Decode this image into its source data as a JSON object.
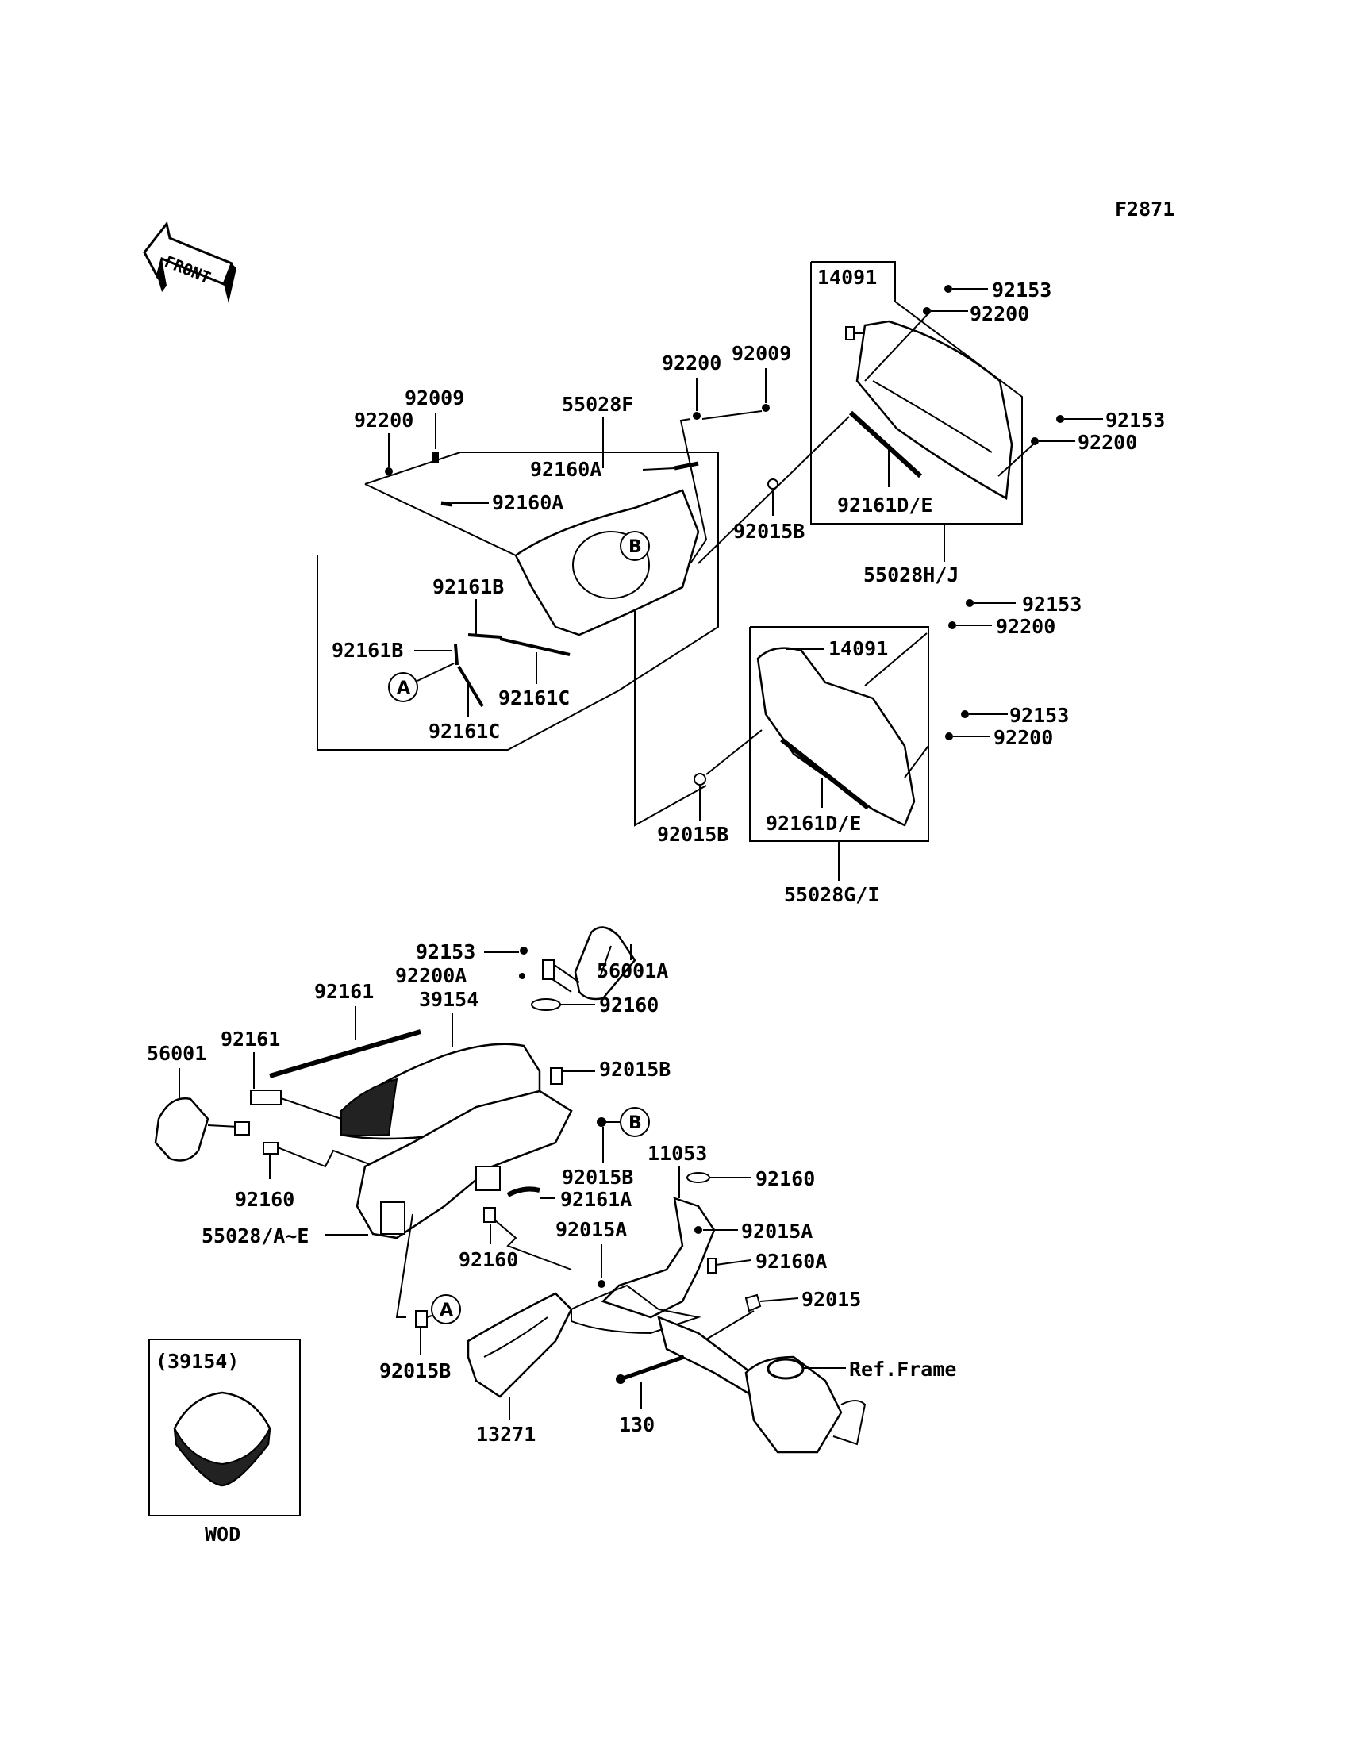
{
  "figure_code": "F2871",
  "front_label": "FRONT",
  "ref_frame": "Ref.Frame",
  "callouts": {
    "a": "A",
    "b": "B"
  },
  "labels": {
    "p14091_r": "14091",
    "p92153_r1": "92153",
    "p92200_r1": "92200",
    "p92153_r2": "92153",
    "p92200_r2": "92200",
    "p92161de_r": "92161D/E",
    "p55028hj": "55028H/J",
    "p92200_c": "92200",
    "p92009_c": "92009",
    "p92015b_c": "92015B",
    "p92009_l": "92009",
    "p92200_l": "92200",
    "p55028f": "55028F",
    "p92160a_1": "92160A",
    "p92160a_2": "92160A",
    "p92161b_1": "92161B",
    "p92161b_2": "92161B",
    "p92161c_1": "92161C",
    "p92161c_2": "92161C",
    "p92153_m1": "92153",
    "p92200_m1": "92200",
    "p14091_m": "14091",
    "p92153_m2": "92153",
    "p92200_m2": "92200",
    "p92015b_m": "92015B",
    "p92161de_m": "92161D/E",
    "p55028gi": "55028G/I",
    "p92153_lo": "92153",
    "p92200a": "92200A",
    "p56001a": "56001A",
    "p92161_1": "92161",
    "p39154": "39154",
    "p92160_1": "92160",
    "p92161_2": "92161",
    "p56001": "56001",
    "p92015b_lo1": "92015B",
    "p92015b_lo2": "92015B",
    "p92160_2": "92160",
    "p55028ae": "55028/A~E",
    "p92161a": "92161A",
    "p11053": "11053",
    "p92160_3": "92160",
    "p92015a_1": "92015A",
    "p92015a_2": "92015A",
    "p92160a_3": "92160A",
    "p92160_4": "92160",
    "p92015": "92015",
    "p92015b_lo3": "92015B",
    "p130": "130",
    "p13271": "13271"
  },
  "inset": {
    "title": "(39154)",
    "caption": "WOD"
  }
}
